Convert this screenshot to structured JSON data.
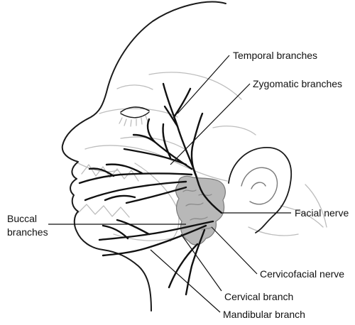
{
  "labels": {
    "temporal": "Temporal branches",
    "zygomatic": "Zygomatic branches",
    "buccal_line1": "Buccal",
    "buccal_line2": "branches",
    "facial": "Facial nerve",
    "cervicofacial": "Cervicofacial nerve",
    "cervical": "Cervical branch",
    "mandibular": "Mandibular branch"
  },
  "colors": {
    "gland_fill": "#b8b8b8",
    "gland_stroke": "#7a7a7a",
    "skull_ghost": "#bdbdbd",
    "line": "#111111"
  }
}
